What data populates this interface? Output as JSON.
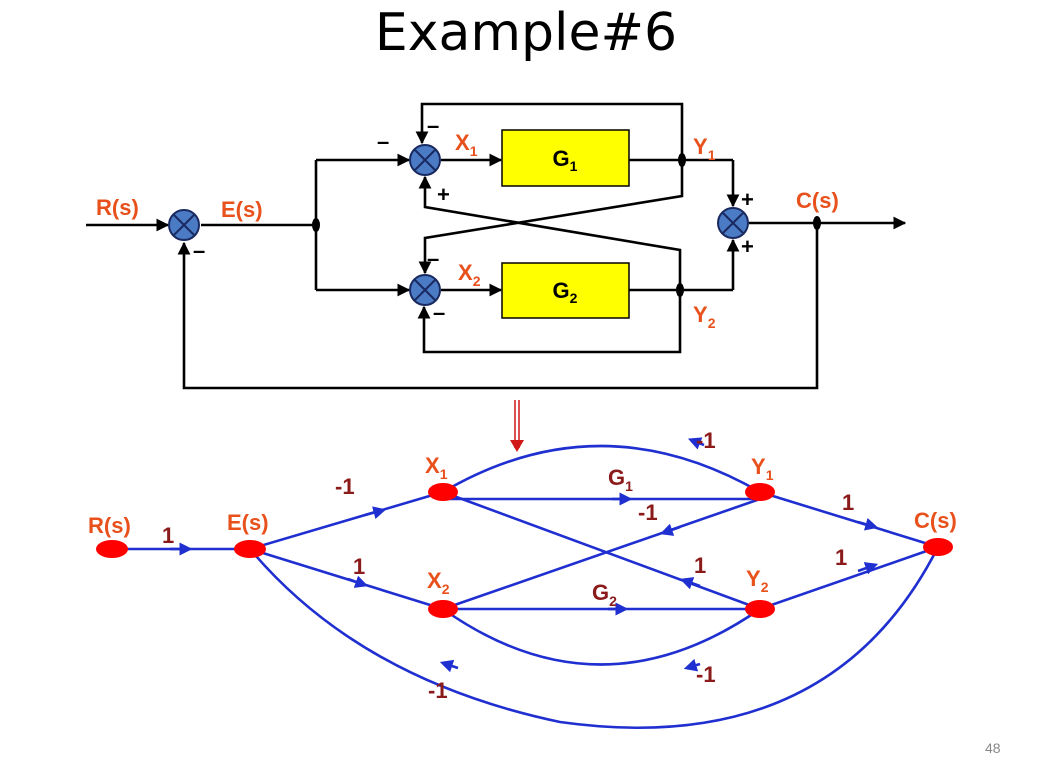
{
  "title": "Example#6",
  "page_number": "48",
  "block_diagram": {
    "input": "R(s)",
    "error": "E(s)",
    "output": "C(s)",
    "x1_base": "X",
    "x1_sub": "1",
    "x2_base": "X",
    "x2_sub": "2",
    "y1_base": "Y",
    "y1_sub": "1",
    "y2_base": "Y",
    "y2_sub": "2",
    "g1_base": "G",
    "g1_sub": "1",
    "g2_base": "G",
    "g2_sub": "2",
    "minus": "–",
    "plus": "+"
  },
  "signal_flow_graph": {
    "nodes": {
      "r": "R(s)",
      "e": "E(s)",
      "c": "C(s)",
      "x1_base": "X",
      "x1_sub": "1",
      "x2_base": "X",
      "x2_sub": "2",
      "y1_base": "Y",
      "y1_sub": "1",
      "y2_base": "Y",
      "y2_sub": "2"
    },
    "gains": {
      "r_e": "1",
      "e_x1": "-1",
      "e_x2": "1",
      "g1_base": "G",
      "g1_sub": "1",
      "g2_base": "G",
      "g2_sub": "2",
      "y1_x1": "-1",
      "y1_x2": "-1",
      "y2_x1": "1",
      "y2_x2": "-1",
      "y1_c": "1",
      "y2_c": "1",
      "c_e": "-1"
    }
  },
  "colors": {
    "label_orange": "#e8501c",
    "label_darkred": "#8b1a1a",
    "branch_blue": "#1f2fd0",
    "node_red": "#ff0000",
    "block_yellow": "#ffff00",
    "summing_junction": "#4a7bc4"
  }
}
